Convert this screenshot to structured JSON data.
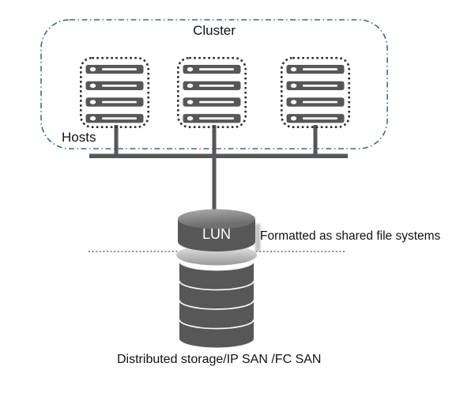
{
  "labels": {
    "cluster": "Cluster",
    "hosts": "Hosts",
    "lun": "LUN",
    "formatted_note": "Formatted as shared file systems",
    "storage": "Distributed storage/IP SAN /FC SAN"
  },
  "structure": {
    "host_group_count": 3,
    "servers_per_host_group": 4,
    "hosts_connected_by": "bus line to LUN",
    "boundary_between": "LUN and distributed storage shown as horizontal dotted line"
  },
  "icons": [
    "host-servers-icon",
    "lun-cylinder-icon",
    "storage-cylinder-icon"
  ],
  "colors": {
    "cluster_border": "#44678d",
    "host_border": "#2d2d2d",
    "shape_gray": "#575757",
    "separator_dots": "#8c8c8c",
    "lun_text": "#ffffff",
    "label_text": "#111111"
  }
}
